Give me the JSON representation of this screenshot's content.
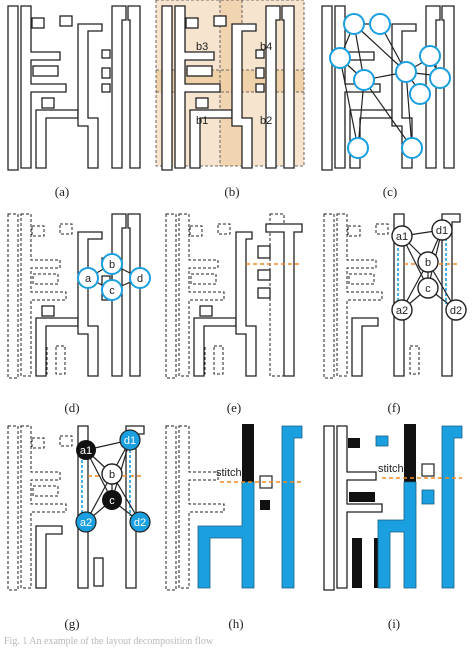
{
  "panels": [
    {
      "id": "a",
      "label": "(a)"
    },
    {
      "id": "b",
      "label": "(b)",
      "region_labels": [
        "b3",
        "b4",
        "b1",
        "b2"
      ]
    },
    {
      "id": "c",
      "label": "(c)"
    },
    {
      "id": "d",
      "label": "(d)",
      "nodes": [
        "a",
        "b",
        "c",
        "d"
      ]
    },
    {
      "id": "e",
      "label": "(e)"
    },
    {
      "id": "f",
      "label": "(f)",
      "nodes": [
        "a1",
        "d1",
        "b",
        "c",
        "a2",
        "d2"
      ]
    },
    {
      "id": "g",
      "label": "(g)",
      "nodes": [
        "a1",
        "d1",
        "b",
        "c",
        "a2",
        "d2"
      ]
    },
    {
      "id": "h",
      "label": "(h)",
      "stitch_label": "stitch"
    },
    {
      "id": "i",
      "label": "(i)",
      "stitch_label": "stitch"
    }
  ],
  "caption": "Fig. 1 An example of the layout decomposition flow",
  "colors": {
    "mask_blue": "#1aa0e0",
    "mask_black": "#111111",
    "window_fill": "#f3dcc0",
    "stitch_orange": "#f08a24"
  }
}
